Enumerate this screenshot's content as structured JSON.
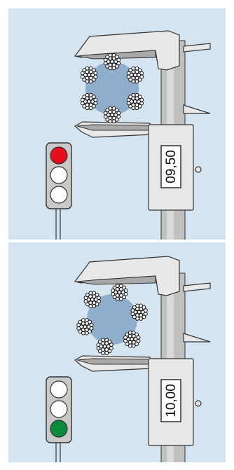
{
  "panels": [
    {
      "reading": "09,50",
      "signal": "red"
    },
    {
      "reading": "10,00",
      "signal": "green"
    }
  ],
  "colors": {
    "background": "#d5e4f1",
    "red_light": "#e3101c",
    "green_light": "#0b8a3c",
    "off_light": "#ffffff",
    "rope_core": "#8faecb"
  },
  "icons": [
    "vernier-caliper-icon",
    "wire-rope-cross-section-icon",
    "traffic-light-icon"
  ]
}
